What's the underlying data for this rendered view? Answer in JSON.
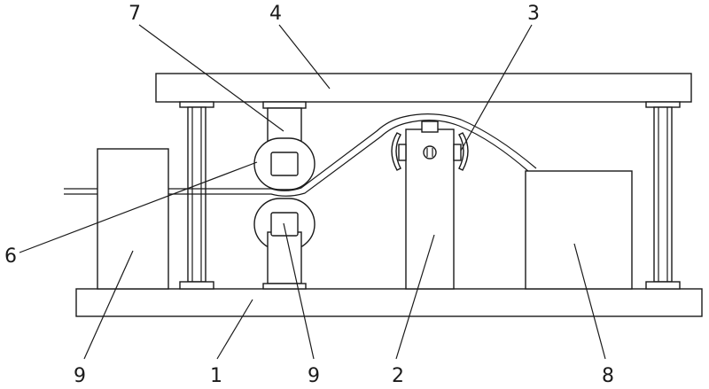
{
  "diagram": {
    "colors": {
      "stroke": "#1a1a1a",
      "background": "#ffffff"
    },
    "labels": {
      "base": "1",
      "center_support": "2",
      "guide_roller": "3",
      "top_plate": "4",
      "feed_arm": "6",
      "upper_roller": "7",
      "right_box": "8",
      "left_box": "9",
      "lower_roller": "9"
    }
  }
}
